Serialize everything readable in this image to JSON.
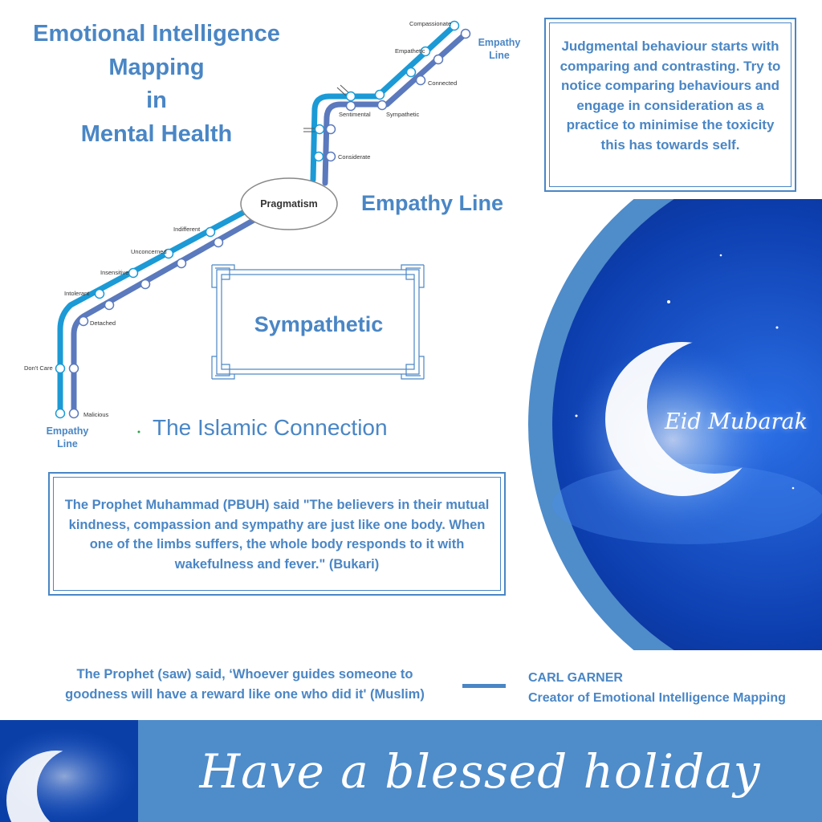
{
  "title": {
    "line1": "Emotional Intelligence",
    "line2": "Mapping",
    "line3": "in",
    "line4": "Mental Health"
  },
  "map": {
    "line_label_top": [
      "Empathy",
      "Line"
    ],
    "line_label_bottom": [
      "Empathy",
      "Line"
    ],
    "hub_label": "Pragmatism",
    "stations": {
      "compassionate": "Compassionate",
      "empathetic": "Empathetic",
      "connected": "Connected",
      "sentimental": "Sentimental",
      "sympathetic": "Sympathetic",
      "considerate": "Considerate",
      "indifferent": "Indifferent",
      "unconcerned": "Unconcerned",
      "insensitive": "Insensitive",
      "intolerant": "Intolerant",
      "detached": "Detached",
      "dont_care": "Don't Care",
      "malicious": "Malicious"
    },
    "colors": {
      "light_line": "#1b9ad6",
      "dark_line": "#5b79bd"
    }
  },
  "note_box": {
    "text": "Judgmental behaviour starts with comparing and contrasting. Try to notice comparing behaviours  and engage in consideration as a practice to minimise the toxicity this has towards self."
  },
  "empathy_heading": "Empathy Line",
  "sympathetic_box": {
    "label": "Sympathetic"
  },
  "islamic_connection": "The Islamic Connection",
  "hadith_box": {
    "text": "The Prophet Muhammad (PBUH) said \"The believers in their mutual kindness, compassion and sympathy are just like one body. When one of the limbs suffers, the whole body responds to it with wakefulness and fever.\" (Bukari)"
  },
  "eid_greeting": "Eid Mubarak",
  "footer_quote": {
    "line1": "The Prophet (saw) said, ‘Whoever guides someone to",
    "line2": "goodness will have a reward like one who did it' (Muslim)"
  },
  "author": {
    "name": "CARL GARNER",
    "role": "Creator of Emotional Intelligence Mapping"
  },
  "banner_text": "Have a blessed holiday",
  "colors": {
    "accent": "#4a86c5",
    "banner": "#4f8cca",
    "night_blue": "#0b3fa8"
  }
}
